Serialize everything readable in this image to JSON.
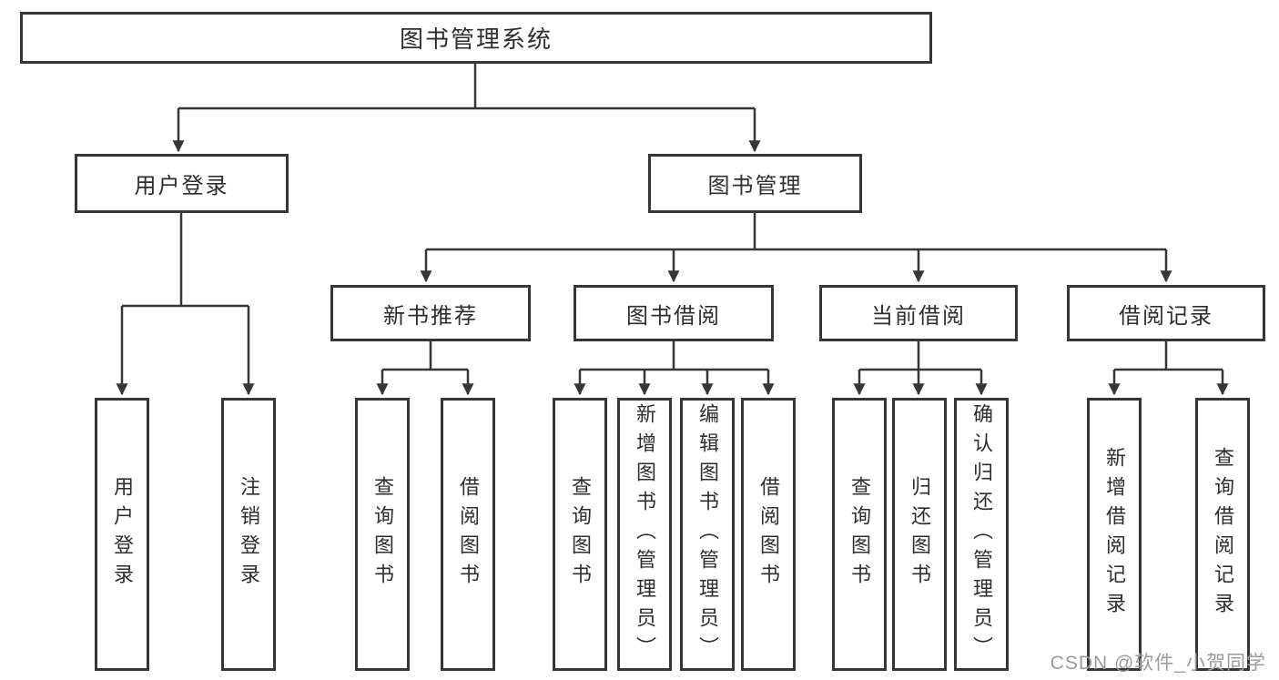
{
  "diagram": {
    "title": "图书管理系统",
    "level2": [
      {
        "label": "用户登录"
      },
      {
        "label": "图书管理"
      }
    ],
    "level3": [
      {
        "label": "新书推荐",
        "parent": "图书管理"
      },
      {
        "label": "图书借阅",
        "parent": "图书管理"
      },
      {
        "label": "当前借阅",
        "parent": "图书管理"
      },
      {
        "label": "借阅记录",
        "parent": "图书管理"
      }
    ],
    "leaves": [
      {
        "label": "用户登录",
        "parent": "用户登录"
      },
      {
        "label": "注销登录",
        "parent": "用户登录"
      },
      {
        "label": "查询图书",
        "parent": "新书推荐"
      },
      {
        "label": "借阅图书",
        "parent": "新书推荐"
      },
      {
        "label": "查询图书",
        "parent": "图书借阅"
      },
      {
        "label": "新增图书（管理员）",
        "parent": "图书借阅"
      },
      {
        "label": "编辑图书（管理员）",
        "parent": "图书借阅"
      },
      {
        "label": "借阅图书",
        "parent": "图书借阅"
      },
      {
        "label": "查询图书",
        "parent": "当前借阅"
      },
      {
        "label": "归还图书",
        "parent": "当前借阅"
      },
      {
        "label": "确认归还（管理员）",
        "parent": "当前借阅"
      },
      {
        "label": "新增借阅记录",
        "parent": "借阅记录"
      },
      {
        "label": "查询借阅记录",
        "parent": "借阅记录"
      }
    ]
  },
  "watermark": {
    "text": "CSDN @软件_小贺同学"
  },
  "colors": {
    "line": "#363636",
    "text": "#2e2e2e",
    "watermark": "#9b9b9b",
    "background": "#ffffff"
  }
}
